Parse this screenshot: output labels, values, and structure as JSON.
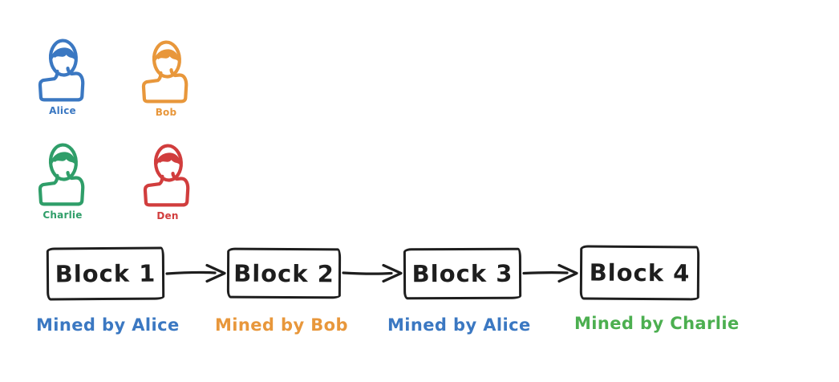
{
  "canvas": {
    "background": "#ffffff",
    "ink_color": "#1e1e1e"
  },
  "users": [
    {
      "name": "Alice",
      "color": "#3b78c2"
    },
    {
      "name": "Bob",
      "color": "#e8973b"
    },
    {
      "name": "Charlie",
      "color": "#2f9e69"
    },
    {
      "name": "Den",
      "color": "#d13d3d"
    }
  ],
  "chain": {
    "blocks": [
      {
        "label": "Block 1",
        "mined_by": "Mined by Alice",
        "color": "#3b78c2"
      },
      {
        "label": "Block 2",
        "mined_by": "Mined by Bob",
        "color": "#e8973b"
      },
      {
        "label": "Block 3",
        "mined_by": "Mined by Alice",
        "color": "#3b78c2"
      },
      {
        "label": "Block 4",
        "mined_by": "Mined by Charlie",
        "color": "#4caf50"
      }
    ]
  }
}
